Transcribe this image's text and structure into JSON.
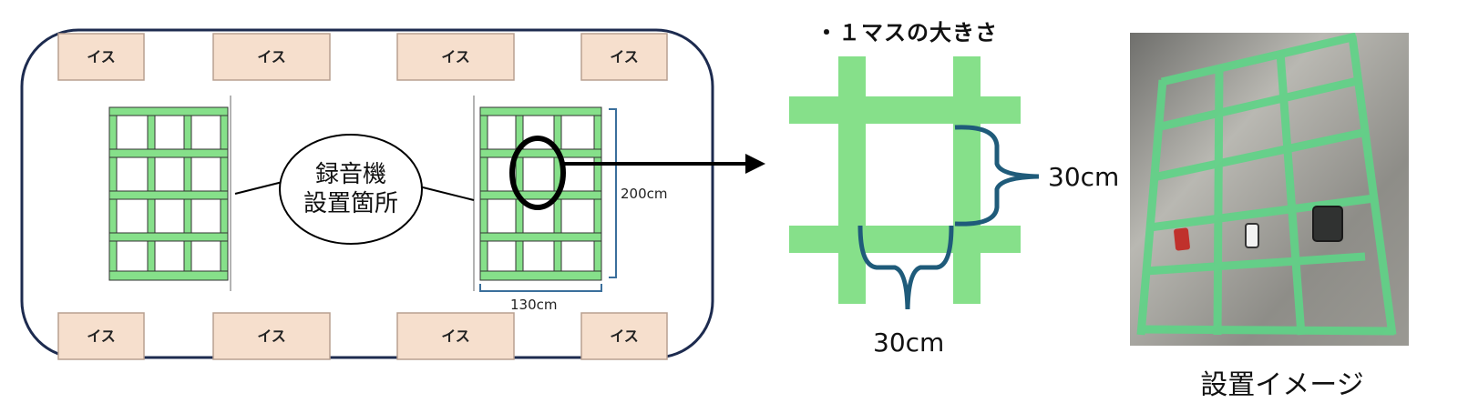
{
  "diagram": {
    "chair_label": "イス",
    "recorder_label_line1": "録音機",
    "recorder_label_line2": "設置箇所",
    "height_label": "200cm",
    "width_label": "130cm",
    "unit_title": "・１マスの大きさ",
    "cell_height_label": "30cm",
    "cell_width_label": "30cm",
    "photo_caption": "設置イメージ",
    "colors": {
      "tape_green": "#86e08a",
      "chair_fill": "#f6dfcd",
      "room_border": "#1d2b4f",
      "brace_blue": "#1f5b7a"
    }
  }
}
